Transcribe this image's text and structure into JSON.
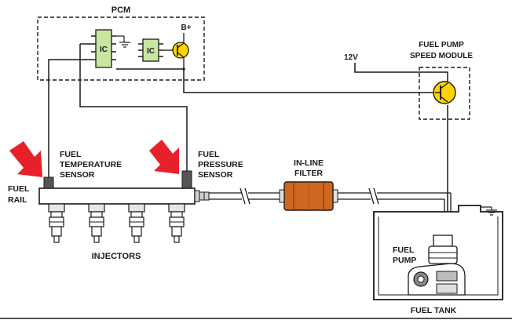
{
  "labels": {
    "pcm": "PCM",
    "b_plus": "B+",
    "ic_left": "IC",
    "ic_right": "IC",
    "voltage_12v": "12V",
    "pump_module_l1": "FUEL PUMP",
    "pump_module_l2": "SPEED MODULE",
    "temp_sensor_l1": "FUEL",
    "temp_sensor_l2": "TEMPERATURE",
    "temp_sensor_l3": "SENSOR",
    "pressure_sensor_l1": "FUEL",
    "pressure_sensor_l2": "PRESSURE",
    "pressure_sensor_l3": "SENSOR",
    "filter_l1": "IN-LINE",
    "filter_l2": "FILTER",
    "rail_l1": "FUEL",
    "rail_l2": "RAIL",
    "injectors": "INJECTORS",
    "pump_l1": "FUEL",
    "pump_l2": "PUMP",
    "tank": "FUEL TANK"
  },
  "colors": {
    "line": "#1a1a1a",
    "arrow": "#e8202a",
    "filter": "#d0671f",
    "transistor": "#ffd400",
    "chip": "#c8e6a0",
    "rail": "#ffffff",
    "sensor": "#555555"
  }
}
